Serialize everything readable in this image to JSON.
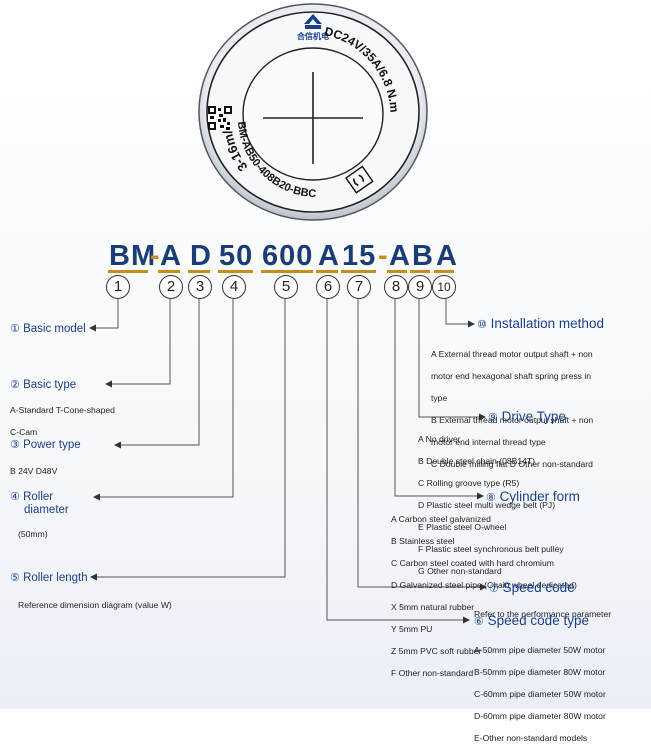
{
  "motor": {
    "brand": "合信机电",
    "speed_range": "3-16m/min",
    "rating": "DC24V/35A/6.8 N.m",
    "model": "BM-AB50-408B20-BBC"
  },
  "model_code": {
    "chars": [
      "BM",
      "-",
      "A",
      "D",
      "50",
      "600",
      "A",
      "15",
      "-",
      "A",
      "B",
      "A"
    ],
    "circled": [
      "1",
      "2",
      "3",
      "4",
      "5",
      "6",
      "7",
      "8",
      "9",
      "10"
    ]
  },
  "sections": {
    "basic_model": {
      "num": "①",
      "title": "Basic model"
    },
    "basic_type": {
      "num": "②",
      "title": "Basic type",
      "lines": [
        "A-Standard T-Cone-shaped",
        "C-Cam"
      ]
    },
    "power_type": {
      "num": "③",
      "title": "Power type",
      "lines": [
        "B 24V D48V"
      ]
    },
    "roller_diameter": {
      "num": "④",
      "title_1": "Roller",
      "title_2": "diameter",
      "lines": [
        "(50mm)"
      ]
    },
    "roller_length": {
      "num": "⑤",
      "title": "Roller length",
      "lines": [
        "Reference dimension diagram (value W)"
      ]
    },
    "speed_code_type": {
      "num": "⑥",
      "title": "Speed code type",
      "lines": [
        "A-50mm pipe diameter 50W motor",
        "B-50mm pipe diameter 80W motor",
        "C-60mm pipe diameter 50W motor",
        "D-60mm pipe diameter 80W motor",
        "E-Other non-standard models"
      ]
    },
    "speed_code": {
      "num": "⑦",
      "title": "Speed code",
      "lines": [
        "Refer to the performance parameter"
      ]
    },
    "cylinder_form": {
      "num": "⑧",
      "title": "Cylinder form",
      "lines": [
        "A Carbon steel galvanized",
        "B Stainless steel",
        "C Carbon steel coated with hard chromium",
        "D Galvanized steel pipe (Chain wheel dedicated)",
        "X 5mm natural rubber",
        "Y 5mm PU",
        "Z 5mm PVC soft rubber",
        "F Other non-standard"
      ]
    },
    "drive_type": {
      "num": "⑨",
      "title": "Drive Type",
      "lines": [
        "A No driver",
        "B Double steel chain (08B14T)",
        "C Rolling groove type (R5)",
        "D Plastic steel multi wedge belt (PJ)",
        "E Plastic steel O-wheel",
        "F Plastic steel synchronous belt pulley",
        "G Other non-standard"
      ]
    },
    "installation_method": {
      "num": "⑩",
      "title": "Installation method",
      "lines": [
        "A External thread motor output shaft + non",
        "motor end hexagonal shaft spring press in",
        "type",
        "B External thread motor output shaft + non",
        "motor end internal thread type",
        "C Double milling flat D Other non-standard"
      ]
    }
  },
  "colors": {
    "title_blue": "#1b3f8f",
    "code_blue": "#1a3d78",
    "accent_gold": "#c98d1f"
  }
}
